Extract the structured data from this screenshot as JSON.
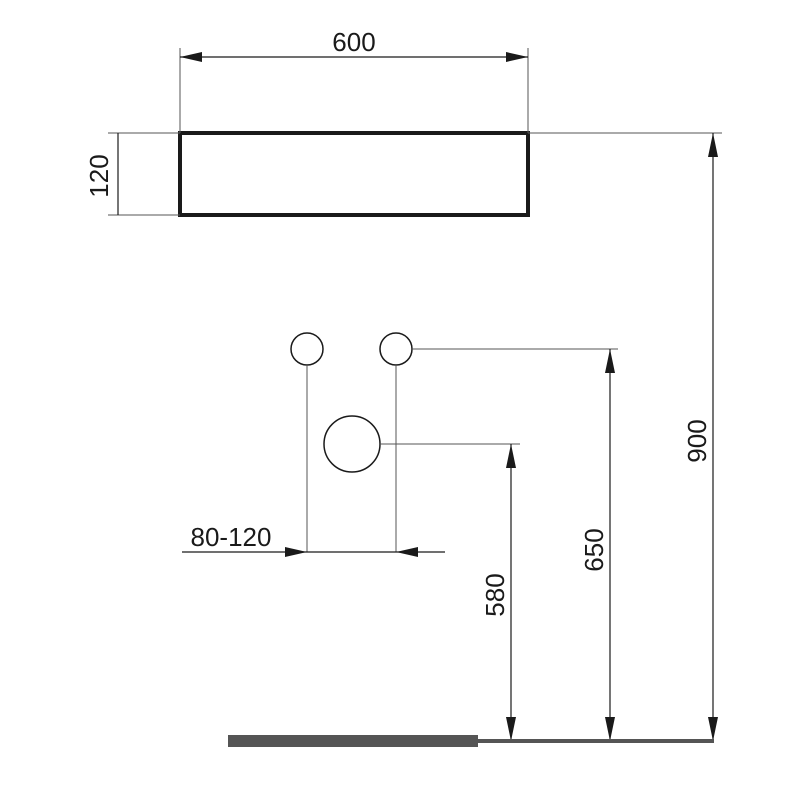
{
  "dimensions": {
    "basin_width": "600",
    "basin_depth": "120",
    "total_height": "900",
    "valve_height": "650",
    "waste_height": "580",
    "valve_spacing": "80-120"
  },
  "colors": {
    "line": "#1a1a1a",
    "thin_line": "#555555",
    "floor": "#555555"
  }
}
